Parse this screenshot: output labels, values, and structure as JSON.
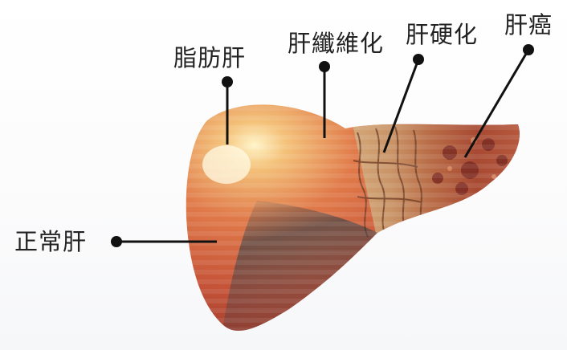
{
  "labels": {
    "fatty_liver": "脂肪肝",
    "liver_fibrosis": "肝纖維化",
    "cirrhosis": "肝硬化",
    "liver_cancer": "肝癌",
    "normal_liver": "正常肝"
  },
  "colors": {
    "leader_line": "#111111",
    "healthy_tissue": "#d9603a",
    "cirrhotic_tissue": "#c89a68",
    "cancer_tissue": "#9a3b2c"
  }
}
